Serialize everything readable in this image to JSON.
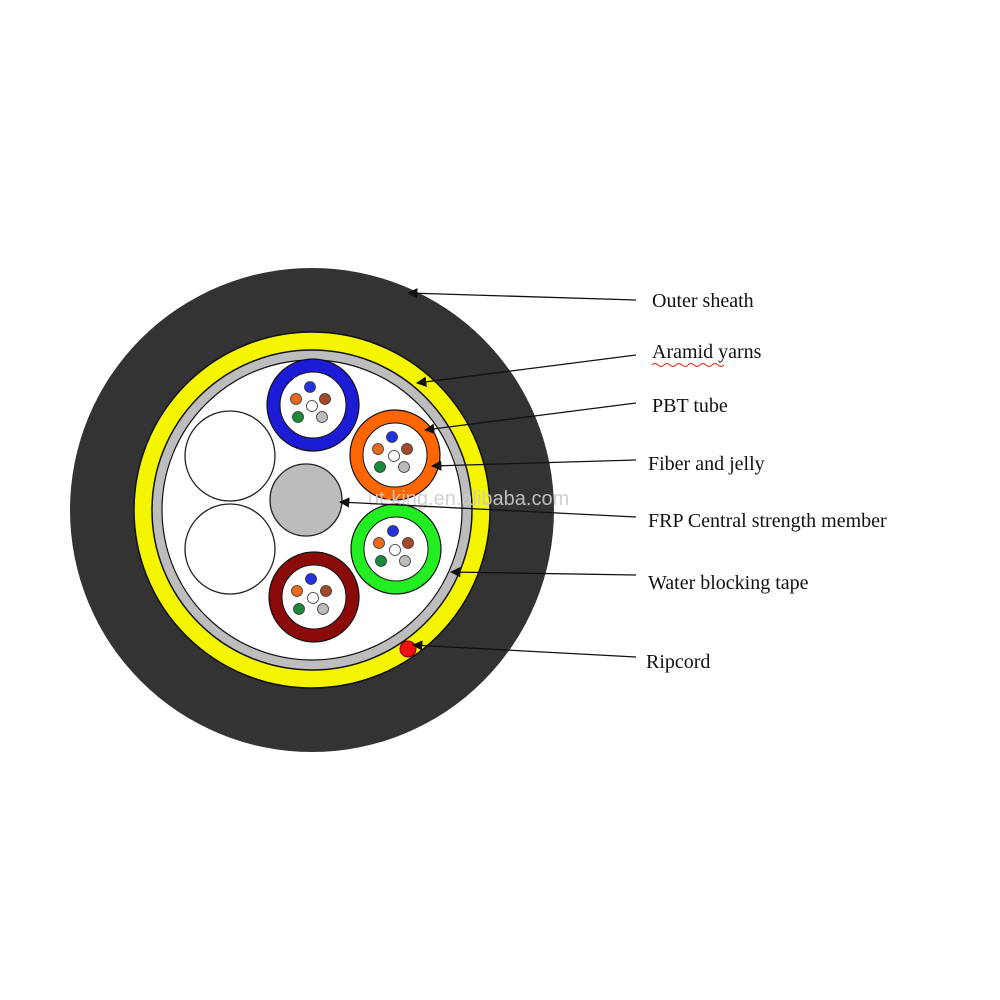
{
  "diagram": {
    "title": "",
    "labels": {
      "outer_sheath": "Outer sheath",
      "aramid_yarns": "Aramid yarns",
      "pbt_tube": "PBT tube",
      "fiber_jelly": "Fiber and jelly",
      "frp_member": "FRP Central strength member",
      "water_tape": "Water blocking tape",
      "ripcord": "Ripcord"
    },
    "watermark": "ut-king.en.alibaba.com",
    "colors": {
      "sheath": "#333333",
      "aramid": "#f5f500",
      "tape": "#bdbdbd",
      "core": "#ffffff",
      "frp": "#bcbcbc",
      "ripcord": "#ee1111",
      "tube_blue": "#1c1cd6",
      "tube_orange": "#ff6600",
      "tube_green": "#22ee22",
      "tube_maroon": "#8b0a0a",
      "fiber_blue": "#2233dd",
      "fiber_orange": "#e86a1a",
      "fiber_brown": "#a24a2a",
      "fiber_green": "#1a8a3a",
      "fiber_grey": "#bbbbbb",
      "fiber_white": "#ffffff"
    },
    "tubes": [
      {
        "name": "blue-loose-tube",
        "color": "tube_blue"
      },
      {
        "name": "orange-loose-tube",
        "color": "tube_orange"
      },
      {
        "name": "green-loose-tube",
        "color": "tube_green"
      },
      {
        "name": "maroon-loose-tube",
        "color": "tube_maroon"
      }
    ]
  }
}
